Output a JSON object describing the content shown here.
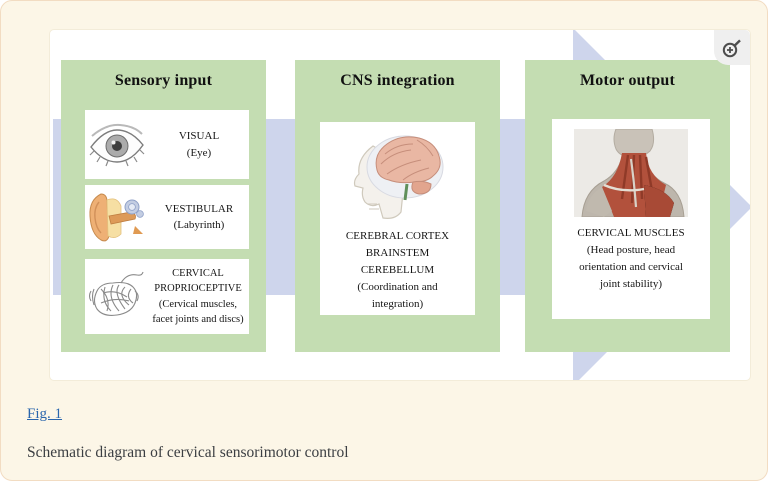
{
  "page": {
    "background_color": "#fcf6e7",
    "border_color": "#f2dcc2"
  },
  "figure": {
    "zoom_button": {
      "icon": "zoom-in-magnifier-icon"
    },
    "arrow_color": "#ced5ec",
    "box_color": "#c4ddb2",
    "columns": [
      {
        "title": "Sensory input",
        "cards": [
          {
            "icon": "eye-illustration",
            "lines": [
              "VISUAL",
              "(Eye)"
            ]
          },
          {
            "icon": "ear-illustration",
            "lines": [
              "VESTIBULAR",
              "(Labyrinth)"
            ]
          },
          {
            "icon": "cervical-spine-illustration",
            "lines": [
              "CERVICAL",
              "PROPRIOCEPTIVE",
              "(Cervical muscles,",
              "facet joints and discs)"
            ]
          }
        ]
      },
      {
        "title": "CNS integration",
        "cards": [
          {
            "icon": "brain-skull-illustration",
            "lines": [
              "CEREBRAL CORTEX",
              "BRAINSTEM",
              "CEREBELLUM",
              "(Coordination and",
              "integration)"
            ]
          }
        ]
      },
      {
        "title": "Motor output",
        "cards": [
          {
            "icon": "neck-muscles-illustration",
            "lines": [
              "CERVICAL MUSCLES",
              "(Head posture, head",
              "orientation and cervical",
              "joint stability)"
            ]
          }
        ]
      }
    ]
  },
  "caption": {
    "figure_link": "Fig. 1",
    "text": "Schematic diagram of cervical sensorimotor control"
  }
}
